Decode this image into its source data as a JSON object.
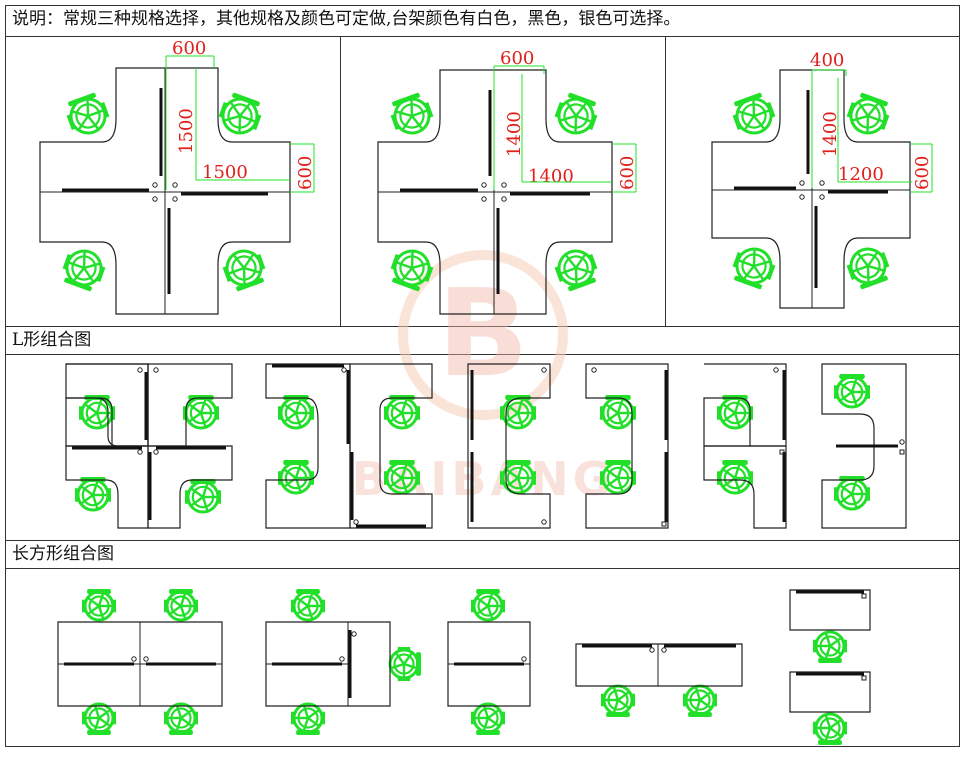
{
  "header": {
    "description": "说明：常规三种规格选择，其他规格及颜色可定做,台架颜色有白色，黑色，银色可选择。"
  },
  "sections": {
    "l_shape_title": "L形组合图",
    "rectangle_title": "长方形组合图"
  },
  "watermark": {
    "letter": "B",
    "text": "BAIBANG"
  },
  "specs": [
    {
      "depth": "600",
      "length": "1500",
      "width": "1500",
      "side": "600"
    },
    {
      "depth": "600",
      "length": "1400",
      "width": "1400",
      "side": "600"
    },
    {
      "depth": "400",
      "length": "1400",
      "width": "1200",
      "side": "600"
    }
  ],
  "colors": {
    "dimension": "#e0201b",
    "chair": "#22e02a",
    "line": "#222222",
    "watermark": "#f2b8a8"
  }
}
